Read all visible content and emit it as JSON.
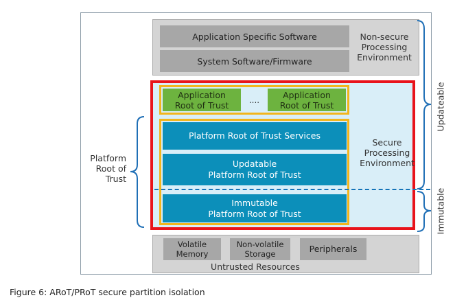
{
  "top": {
    "app_software": "Application Specific Software",
    "system_software": "System Software/Firmware",
    "nonsecure_env": "Non-secure\nProcessing\nEnvironment"
  },
  "secure": {
    "app_rot_1": "Application\nRoot of Trust",
    "dots": "....",
    "app_rot_2": "Application\nRoot of Trust",
    "prot_services": "Platform Root of Trust Services",
    "updatable_prot": "Updatable\nPlatform Root of Trust",
    "immutable_prot": "Immutable\nPlatform Root of Trust",
    "secure_env": "Secure\nProcessing\nEnvironment"
  },
  "left": {
    "platform_rot": "Platform\nRoot of\nTrust"
  },
  "right": {
    "updateable": "Updateable",
    "immutable": "Immutable"
  },
  "bottom": {
    "volatile": "Volatile\nMemory",
    "nonvolatile": "Non-volatile\nStorage",
    "peripherals": "Peripherals",
    "untrusted": "Untrusted Resources"
  },
  "caption": "Figure 6: ARoT/PRoT secure partition isolation",
  "colors": {
    "red": "#e8131b",
    "orange": "#f2b51c",
    "green": "#6db33f",
    "blue": "#0c8fba",
    "light_blue": "#d9eef8",
    "gray": "#a7a7a7",
    "dashed": "#1473b8",
    "brace": "#1f6fb6"
  }
}
